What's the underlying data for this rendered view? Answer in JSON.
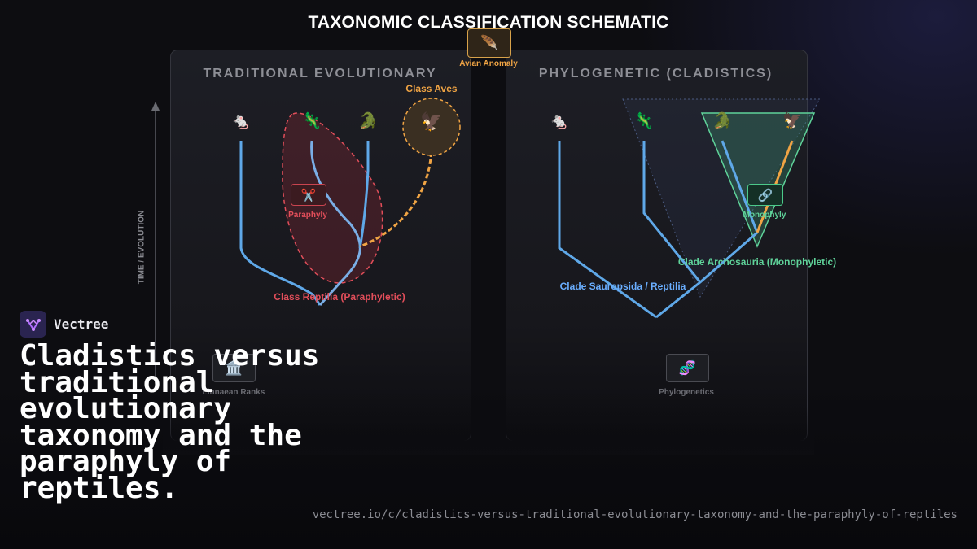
{
  "title": "TAXONOMIC CLASSIFICATION SCHEMATIC",
  "left_panel": {
    "title": "TRADITIONAL EVOLUTIONARY",
    "class_aves_label": "Class Aves",
    "paraphyly_label": "Paraphyly",
    "reptilia_label": "Class Reptilia (Paraphyletic)",
    "linnaean_label": "Linnaean Ranks"
  },
  "right_panel": {
    "title": "PHYLOGENETIC (CLADISTICS)",
    "monophyly_label": "Monophyly",
    "archosauria_label": "Clade Archosauria (Monophyletic)",
    "sauropsida_label": "Clade Sauropsida / Reptilia",
    "phylogenetics_label": "Phylogenetics"
  },
  "avian_anomaly_label": "Avian Anomaly",
  "time_axis_label": "TIME / EVOLUTION",
  "taxa_icons": {
    "mammal": "🐁",
    "lizard": "🦎",
    "crocodile": "🐊",
    "bird": "🦅",
    "feather": "🪶",
    "scissors": "✂️",
    "link": "🔗",
    "museum": "🏛️",
    "dna": "🧬"
  },
  "colors": {
    "branch_blue": "#5fa8e8",
    "bird_orange": "#f0a444",
    "paraphyly_red": "#e24e5a",
    "monophyly_green": "#5fd39a",
    "sauropsida_label": "#6aaeff"
  },
  "brand": {
    "name": "Vectree"
  },
  "headline": "Cladistics versus traditional evolutionary taxonomy and the paraphyly of reptiles.",
  "footer_url": "vectree.io/c/cladistics-versus-traditional-evolutionary-taxonomy-and-the-paraphyly-of-reptiles"
}
